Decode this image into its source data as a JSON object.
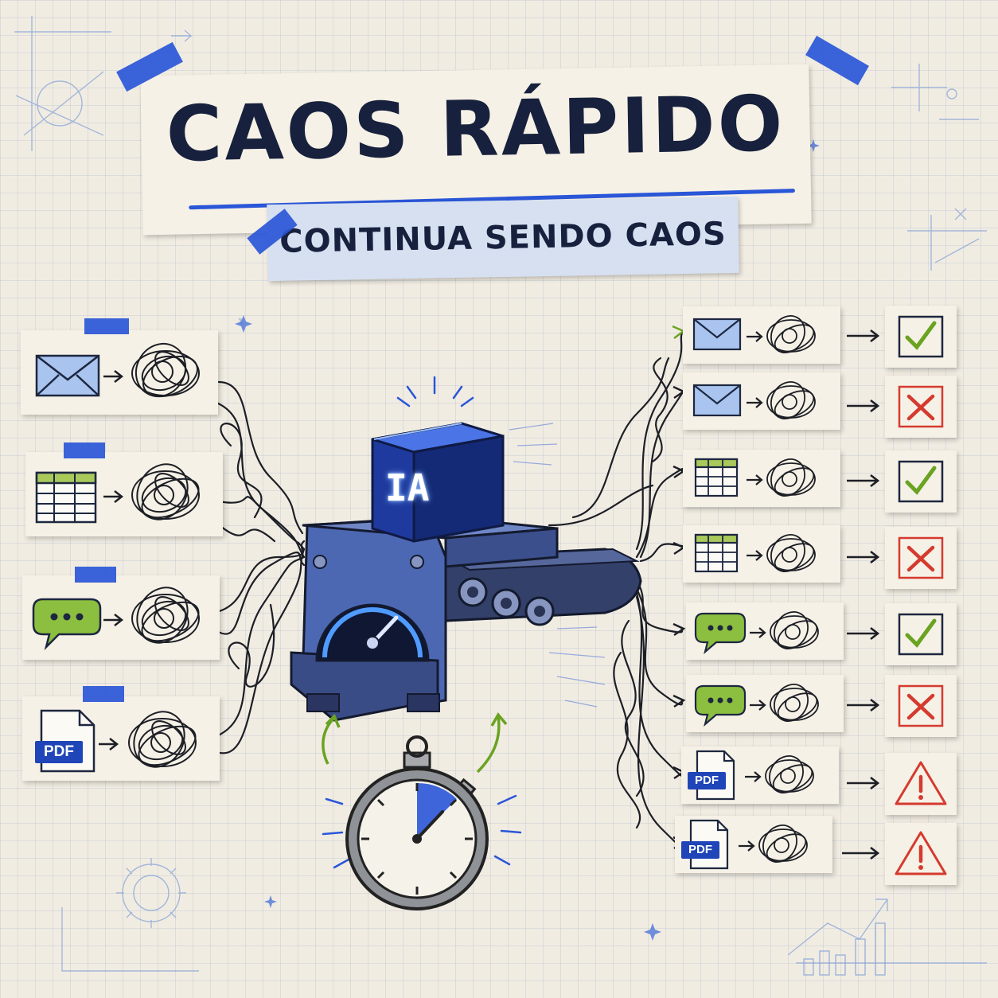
{
  "title": "CAOS RÁPIDO",
  "subtitle": "CONTINUA SENDO CAOS",
  "machine": {
    "label": "IA"
  },
  "inputs": [
    {
      "type": "email",
      "icon": "envelope-icon"
    },
    {
      "type": "spreadsheet",
      "icon": "spreadsheet-icon"
    },
    {
      "type": "chat",
      "icon": "chat-bubble-icon"
    },
    {
      "type": "pdf",
      "icon": "pdf-file-icon",
      "badge": "PDF"
    }
  ],
  "outputs": [
    {
      "type": "email",
      "icon": "envelope-icon",
      "result": "check"
    },
    {
      "type": "email",
      "icon": "envelope-icon",
      "result": "cross"
    },
    {
      "type": "spreadsheet",
      "icon": "spreadsheet-icon",
      "result": "check"
    },
    {
      "type": "spreadsheet",
      "icon": "spreadsheet-icon",
      "result": "cross"
    },
    {
      "type": "chat",
      "icon": "chat-bubble-icon",
      "result": "check"
    },
    {
      "type": "chat",
      "icon": "chat-bubble-icon",
      "result": "cross"
    },
    {
      "type": "pdf",
      "icon": "pdf-file-icon",
      "badge": "PDF",
      "result": "warning"
    },
    {
      "type": "pdf",
      "icon": "pdf-file-icon",
      "badge": "PDF",
      "result": "warning"
    }
  ],
  "colors": {
    "accent_blue": "#2a56d8",
    "ink": "#17213d",
    "check_green": "#6aa321",
    "cross_red": "#d53a2f",
    "sheet_green": "#a9c95b",
    "chat_green": "#8cbf3f",
    "envelope_blue": "#a9c4ee",
    "machine_blue": "#4d68b3"
  }
}
